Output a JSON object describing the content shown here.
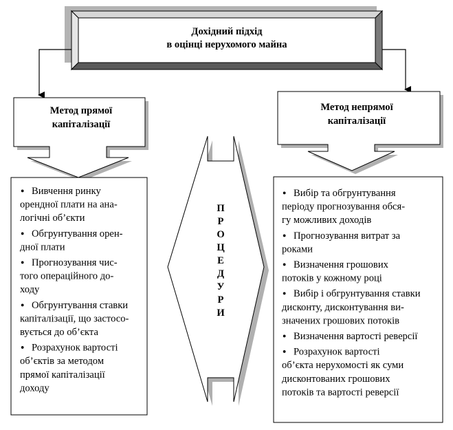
{
  "title": {
    "line1": "Дохідний підхід",
    "line2": "в оцінці нерухомого майна"
  },
  "left_method": {
    "line1": "Метод прямої",
    "line2": "капіталізації"
  },
  "right_method": {
    "line1": "Метод непрямої",
    "line2": "капіталізації"
  },
  "center_word": [
    "П",
    "Р",
    "О",
    "Ц",
    "Е",
    "Д",
    "У",
    "Р",
    "И"
  ],
  "bullet_symbol": "●",
  "left_list": [
    [
      "Вивчення ринку",
      "орендної плати на ана-",
      "логічні об’єкти"
    ],
    [
      "Обгрунтування орен-",
      "дної плати"
    ],
    [
      "Прогнозування чис-",
      "того операційного до-",
      "ходу"
    ],
    [
      "Обгрунтування ставки",
      "капіталізації, що застосо-",
      "вується до об’єкта"
    ],
    [
      "Розрахунок вартості",
      "об’єктів за методом",
      "прямої капіталізації",
      "доходу"
    ]
  ],
  "right_list": [
    [
      "Вибір та обгрунтування",
      "періоду прогнозування обся-",
      "гу можливих доходів"
    ],
    [
      "Прогнозування витрат за",
      "роками"
    ],
    [
      "Визначення грошових",
      "потоків у кожному році"
    ],
    [
      "Вибір і обгрунтування ставки",
      "дисконту, дисконтування ви-",
      "значених грошових потоків"
    ],
    [
      "Визначення вартості реверсії"
    ],
    [
      "Розрахунок вартості",
      "об’єкта нерухомості як суми",
      "дисконтованих грошових",
      "потоків та вартості реверсії"
    ]
  ]
}
